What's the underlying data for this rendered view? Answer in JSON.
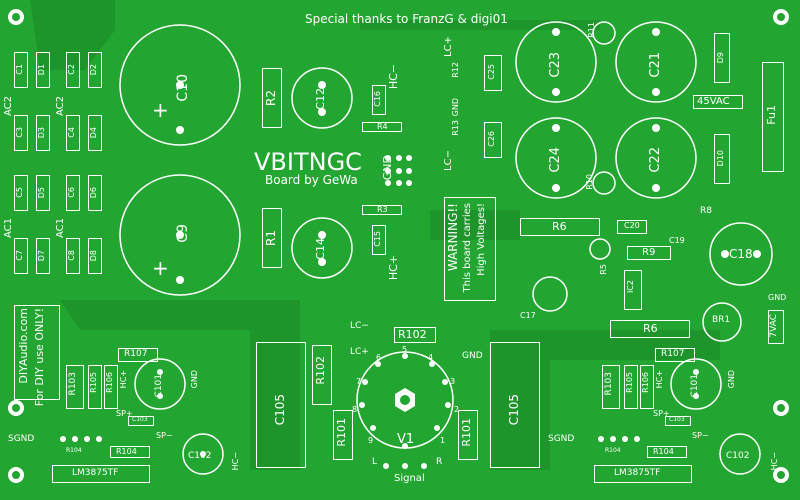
{
  "header": {
    "thanks": "Special thanks to FranzG & digi01"
  },
  "branding": {
    "title": "VBITNGC",
    "subtitle": "Board by GeWa",
    "side_note_1": "DIYAudio.com",
    "side_note_2": "For DIY use ONLY!"
  },
  "warning": {
    "line1": "WARNING!!",
    "line2": "This board carries",
    "line3": "High Voltages!"
  },
  "labels": {
    "c10": "C10",
    "c9": "C9",
    "r2": "R2",
    "r1": "R1",
    "c12": "C12",
    "c14": "C14",
    "c16": "C16",
    "c15": "C15",
    "r3": "R3",
    "r4": "R4",
    "hc_minus": "HC−",
    "hc_plus": "HC+",
    "gnd": "GND",
    "ac1": "AC1",
    "ac2": "AC2",
    "c1": "C1",
    "d1": "D1",
    "c2": "C2",
    "d2": "D2",
    "c3": "C3",
    "d3": "D3",
    "c4": "C4",
    "d4": "D4",
    "c5": "C5",
    "d5": "D5",
    "c6": "C6",
    "d6": "D6",
    "c7": "C7",
    "d7": "D7",
    "c8": "C8",
    "d8": "D8",
    "lc_plus": "LC+",
    "lc_minus": "LC−",
    "r12": "R12",
    "r13": "R13",
    "c25": "C25",
    "c26": "C26",
    "c23": "C23",
    "c24": "C24",
    "c21": "C21",
    "c22": "C22",
    "r11": "R11",
    "r10": "R10",
    "d9": "D9",
    "d10": "D10",
    "fu1": "Fu1",
    "v45ac": "45VAC",
    "r6": "R6",
    "c20": "C20",
    "r8": "R8",
    "r9": "R9",
    "c19": "C19",
    "c18": "C18",
    "r5": "R5",
    "ic2": "IC2",
    "c17": "C17",
    "r6b": "R6",
    "br1": "BR1",
    "v7ac": "7VAC",
    "r102": "R102",
    "r101": "R101",
    "c105": "C105",
    "v1": "V1",
    "signal": "Signal",
    "pin_l": "L",
    "pin_r": "R",
    "r107": "R107",
    "r103": "R103",
    "r105": "R105",
    "r106": "R106",
    "c101": "C101",
    "r104": "R104",
    "c102": "C102",
    "c103": "C103",
    "sp_plus": "SP+",
    "sp_minus": "SP−",
    "sgnd": "SGND",
    "lm3875": "LM3875TF",
    "gnd_lower": "GND",
    "pins": [
      "6",
      "5",
      "4",
      "7",
      "3",
      "8",
      "2",
      "9",
      "1"
    ]
  },
  "colors": {
    "board": "#23a631",
    "silk": "#ffffff",
    "trace": "#1c8f28"
  }
}
